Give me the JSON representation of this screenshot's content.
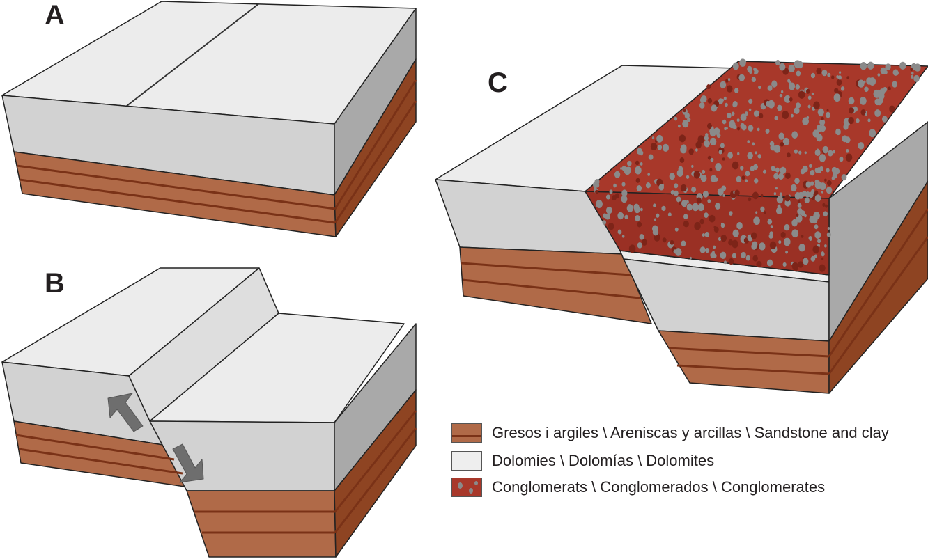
{
  "panels": [
    {
      "label": "A"
    },
    {
      "label": "B"
    },
    {
      "label": "C"
    }
  ],
  "legend": [
    {
      "text": "Gresos i argiles \\ Areniscas y arcillas \\ Sandstone and clay",
      "color": "#b06a48"
    },
    {
      "text": "Dolomies \\ Dolomías \\ Dolomites",
      "color": "#eeeeee"
    },
    {
      "text": "Conglomerats \\ Conglomerados \\ Conglomerates",
      "color": "#a8382a"
    }
  ],
  "colors": {
    "dolomite_top": "#ececec",
    "dolomite_front": "#d2d2d2",
    "dolomite_side": "#a9a9a9",
    "sandstone_front": "#b06a48",
    "sandstone_side": "#8e4422",
    "sandstone_line": "#7a3217",
    "conglomerate": "#a8382a",
    "conglomerate_front": "#9a3024",
    "pebble": "#8a8a8a",
    "arrow": "#6e6e6e"
  }
}
